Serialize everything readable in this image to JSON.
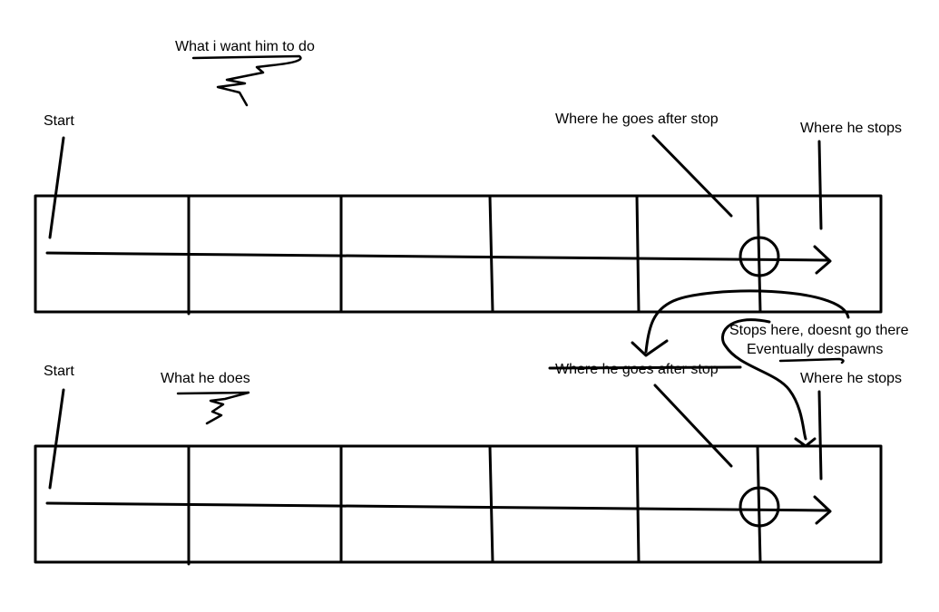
{
  "top_diagram": {
    "heading": "What i want him to do",
    "start_label": "Start",
    "after_stop_label": "Where he goes after stop",
    "stop_label": "Where he stops"
  },
  "bottom_diagram": {
    "heading": "What he does",
    "start_label": "Start",
    "after_stop_label_crossed": "Where he goes after stop",
    "stop_label": "Where he stops"
  },
  "annotation": {
    "line1": "Stops here, doesnt go there",
    "line2": "Eventually despawns"
  },
  "colors": {
    "ink": "#000000",
    "background": "#ffffff"
  }
}
